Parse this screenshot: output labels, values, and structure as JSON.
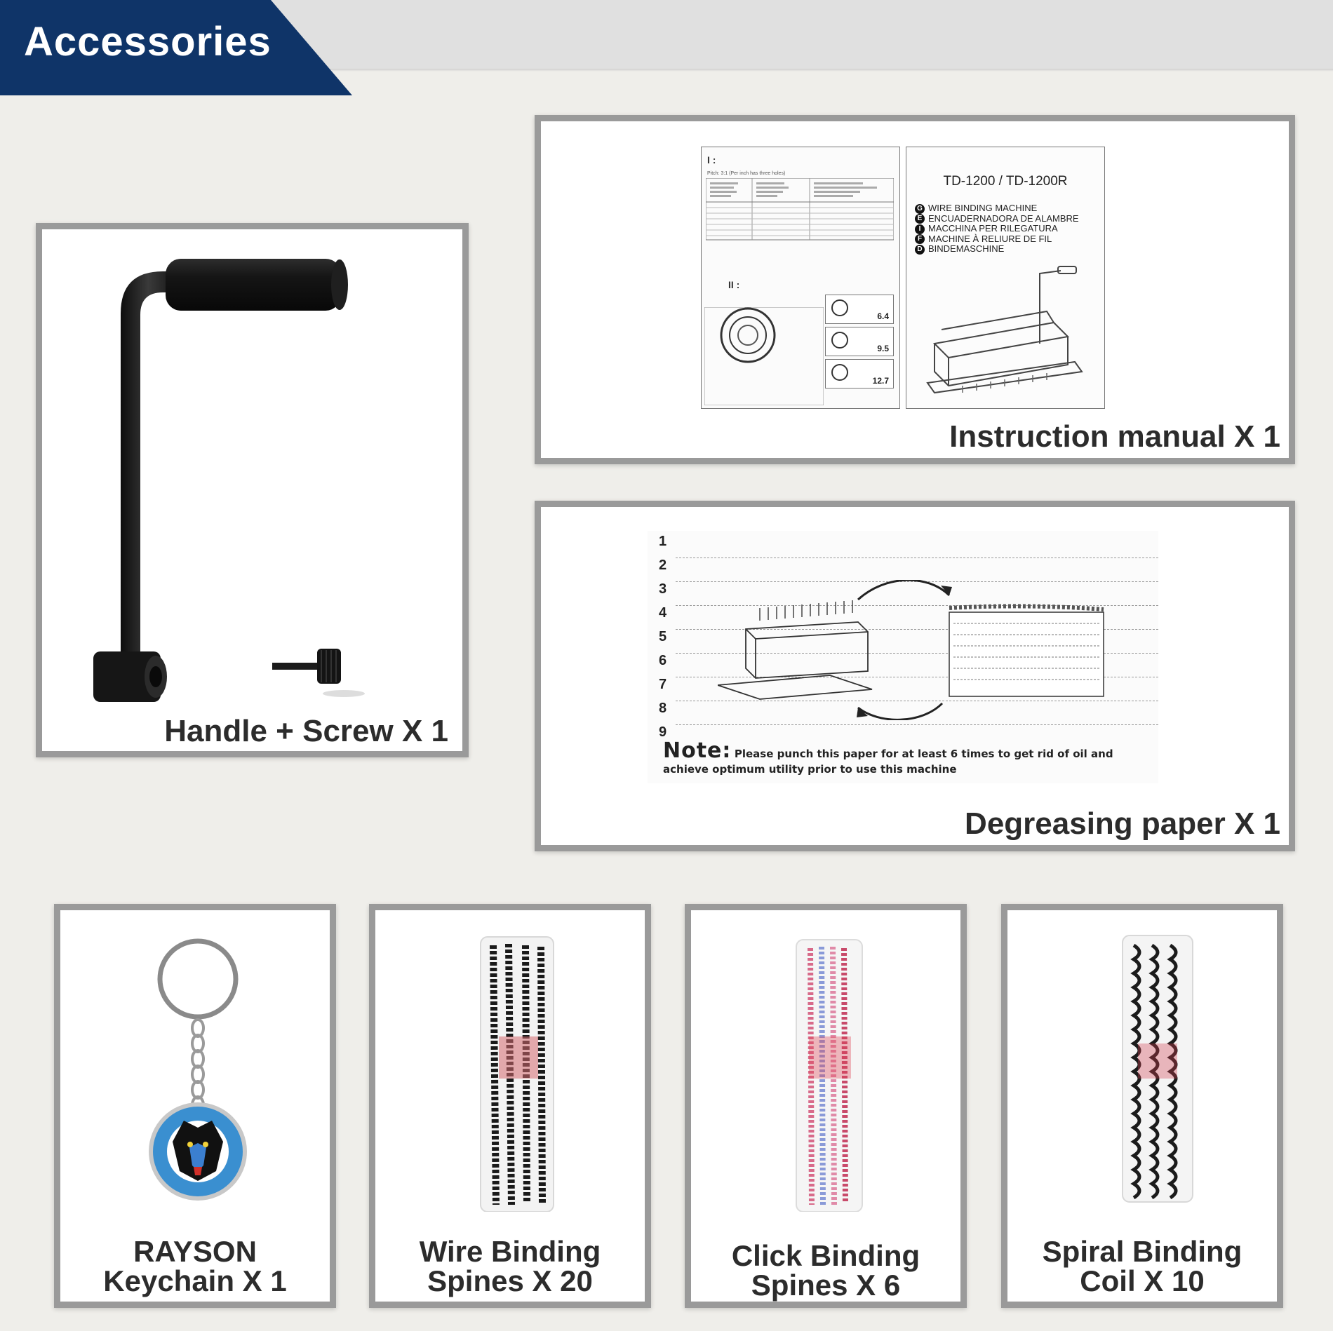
{
  "header": {
    "title": "Accessories"
  },
  "items": {
    "handle": {
      "caption": "Handle + Screw X 1"
    },
    "manual": {
      "caption": "Instruction manual X 1",
      "model": "TD-1200 / TD-1200R",
      "languages": [
        {
          "letter": "G",
          "text": "WIRE BINDING MACHINE"
        },
        {
          "letter": "E",
          "text": "ENCUADERNADORA DE ALAMBRE"
        },
        {
          "letter": "I",
          "text": "MACCHINA PER RILEGATURA"
        },
        {
          "letter": "F",
          "text": "MACHINE À RELIURE DE FIL"
        },
        {
          "letter": "D",
          "text": "BINDEMASCHINE"
        }
      ],
      "section_one": "I :",
      "section_two": "II :",
      "pitch_note": "Pitch: 3:1 (Per inch has three holes)",
      "dial_values": [
        "6.4",
        "9.5",
        "12.7"
      ]
    },
    "degreasing": {
      "caption": "Degreasing paper X 1",
      "line_numbers": [
        "1",
        "2",
        "3",
        "4",
        "5",
        "6",
        "7",
        "8",
        "9"
      ],
      "note_title": "Note:",
      "note_text": "Please punch this paper for at least 6 times to get rid of oil and achieve optimum utility prior to use this machine"
    },
    "keychain": {
      "caption_line1": "RAYSON",
      "caption_line2": "Keychain X 1"
    },
    "wire_spines": {
      "caption_line1": "Wire Binding",
      "caption_line2": "Spines X 20"
    },
    "click_spines": {
      "caption_line1": "Click Binding",
      "caption_line2": "Spines X 6"
    },
    "spiral_coil": {
      "caption_line1": "Spiral Binding",
      "caption_line2": "Coil X 10"
    }
  },
  "colors": {
    "header_bg": "#0f3468",
    "topbar": "#e0e0e0",
    "page_bg": "#efeeea",
    "card_border": "#9a9a9a",
    "caption_text": "#2c2c2c"
  }
}
